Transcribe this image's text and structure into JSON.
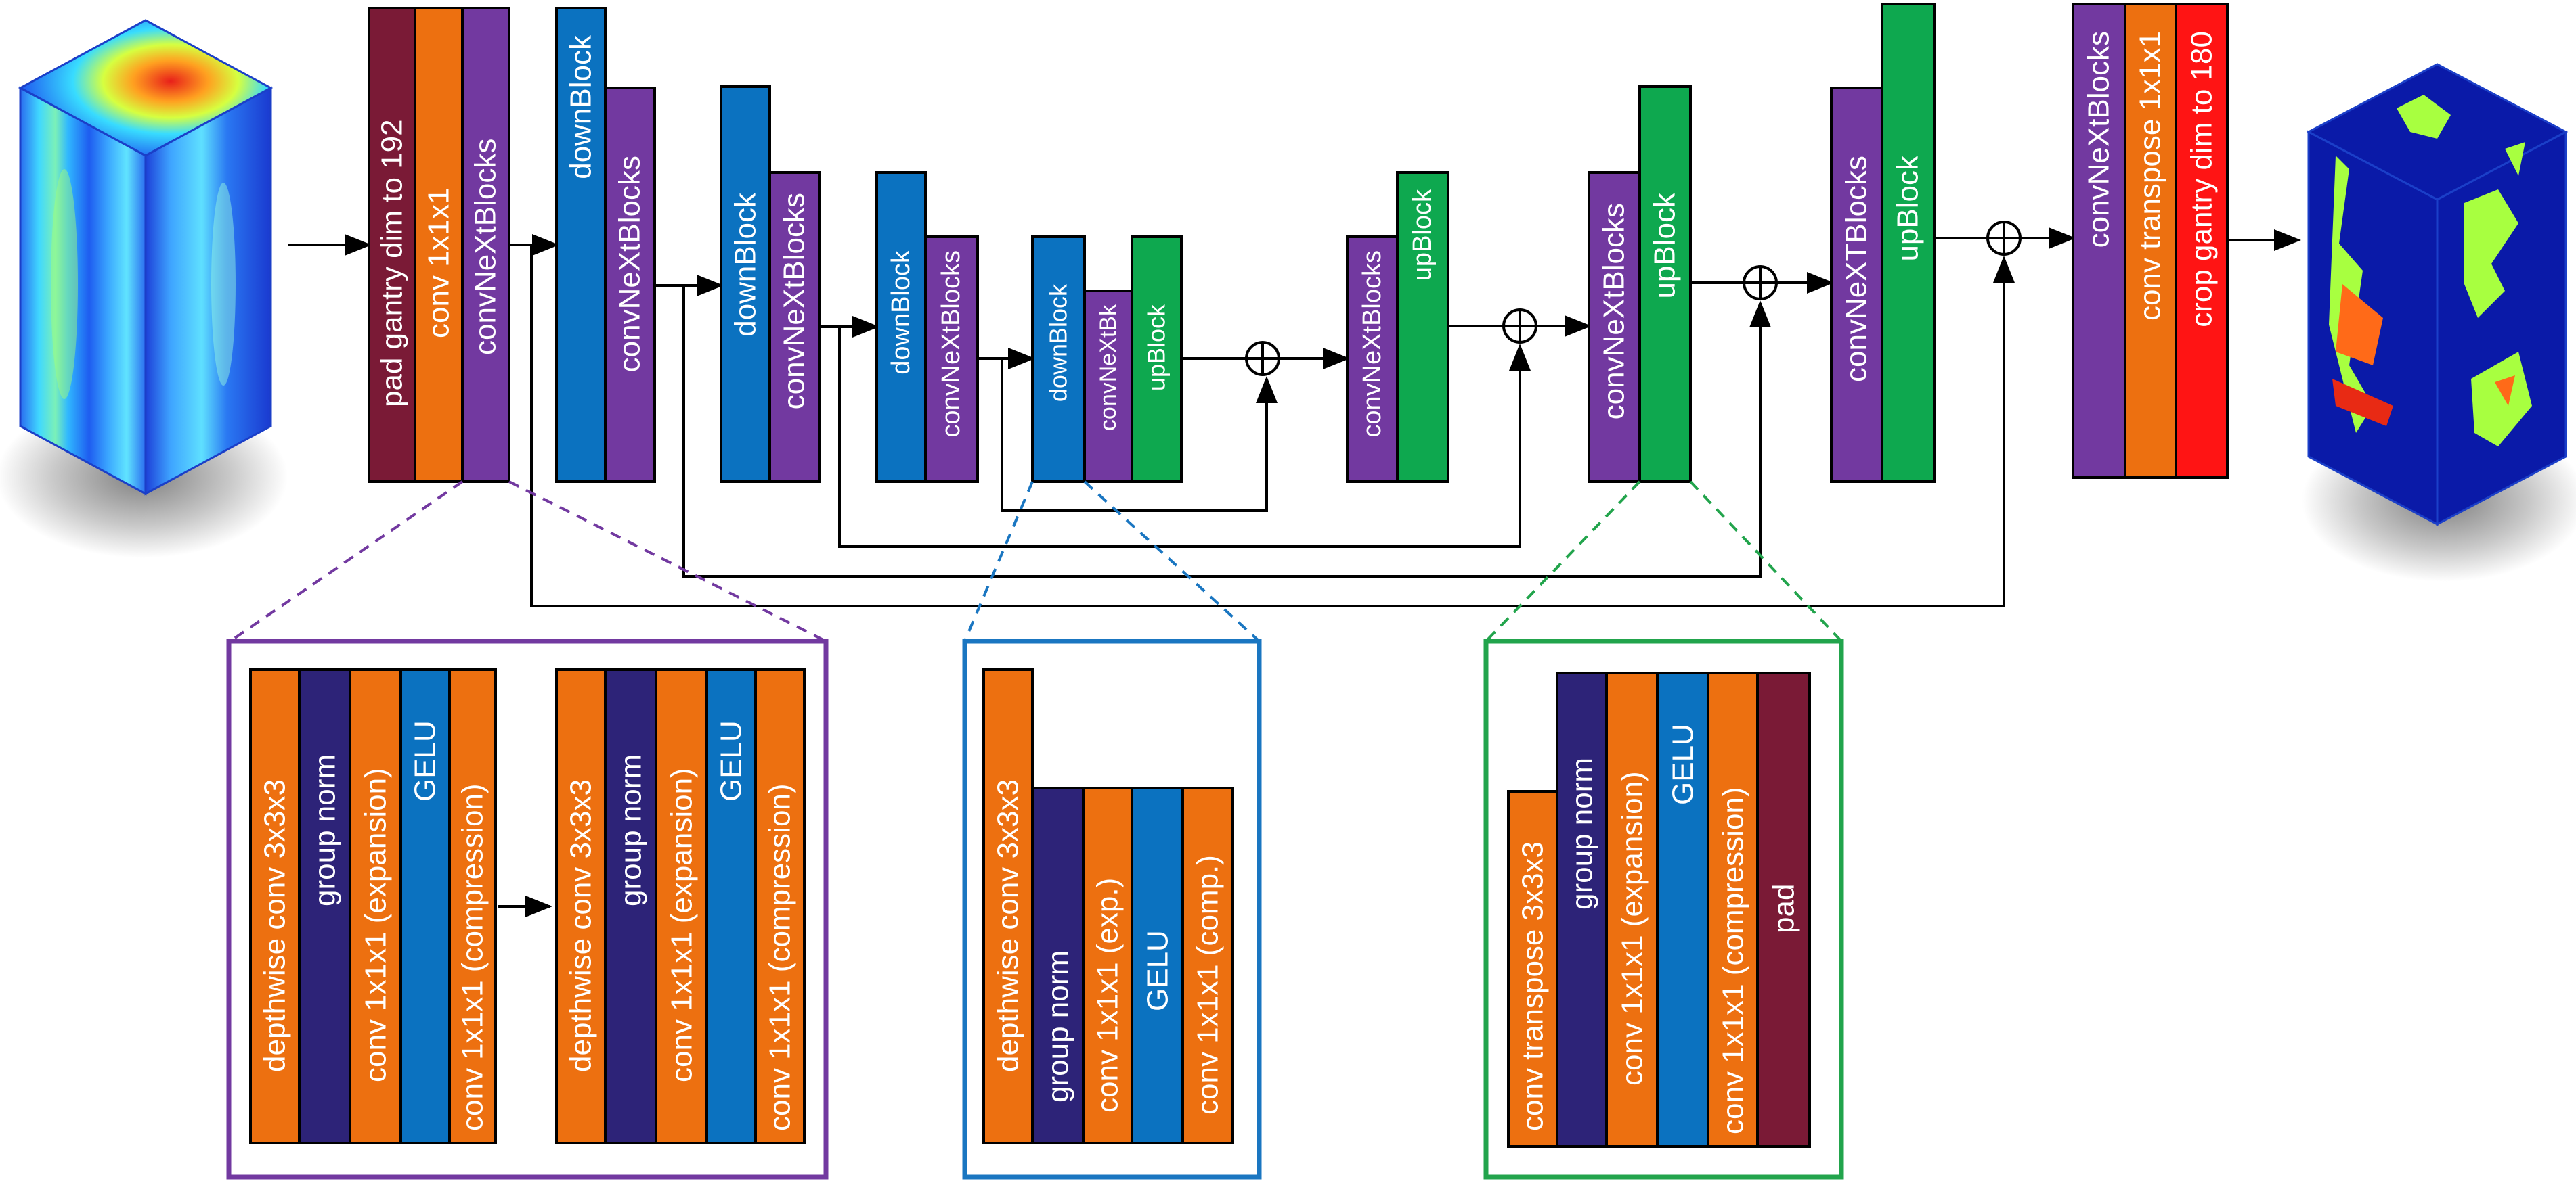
{
  "colors": {
    "maroon": "#7a1a36",
    "orange": "#ed7010",
    "purple": "#7239a0",
    "blue": "#0b72c0",
    "green": "#0ea84f",
    "navy": "#2d2378",
    "red": "#ff1414",
    "pale_orange": "#f4b083",
    "zoom_purple": "#7239a0",
    "zoom_blue": "#1a76c1",
    "zoom_green": "#22a44c"
  },
  "blocks": {
    "pad_gantry": "pad gantry dim to 192",
    "conv_1x1x1": "conv 1x1x1",
    "convnext_1": "convNeXtBlocks",
    "down_1": "downBlock",
    "convnext_2": "convNeXtBlocks",
    "down_2": "downBlock",
    "convnext_3": "convNeXtBlocks",
    "down_3": "downBlock",
    "convnext_4": "convNeXtBlocks",
    "down_4": "downBlock",
    "convnext_bk": "convNeXtBk",
    "up_1": "upBlock",
    "convnext_5": "convNeXtBlocks",
    "up_2": "upBlock",
    "convnext_6": "convNeXtBlocks",
    "up_3": "upBlock",
    "convnext_7": "convNeXTBlocks",
    "up_4": "upBlock",
    "convnext_8": "convNeXtBlocks",
    "conv_transpose": "conv  transpose 1x1x1",
    "crop_gantry": "crop gantry dim to 180"
  },
  "details": {
    "convnext": [
      "depthwise conv 3x3x3",
      "group norm",
      "conv 1x1x1 (expansion)",
      "GELU",
      "conv 1x1x1 (compression)"
    ],
    "downblock": [
      "depthwise conv 3x3x3",
      "group norm",
      "conv 1x1x1 (exp.)",
      "GELU",
      "conv 1x1x1 (comp.)"
    ],
    "upblock": [
      "conv transpose 3x3x3",
      "group norm",
      "conv 1x1x1 (expansion)",
      "GELU",
      "conv 1x1x1 (compression)",
      "pad"
    ]
  }
}
